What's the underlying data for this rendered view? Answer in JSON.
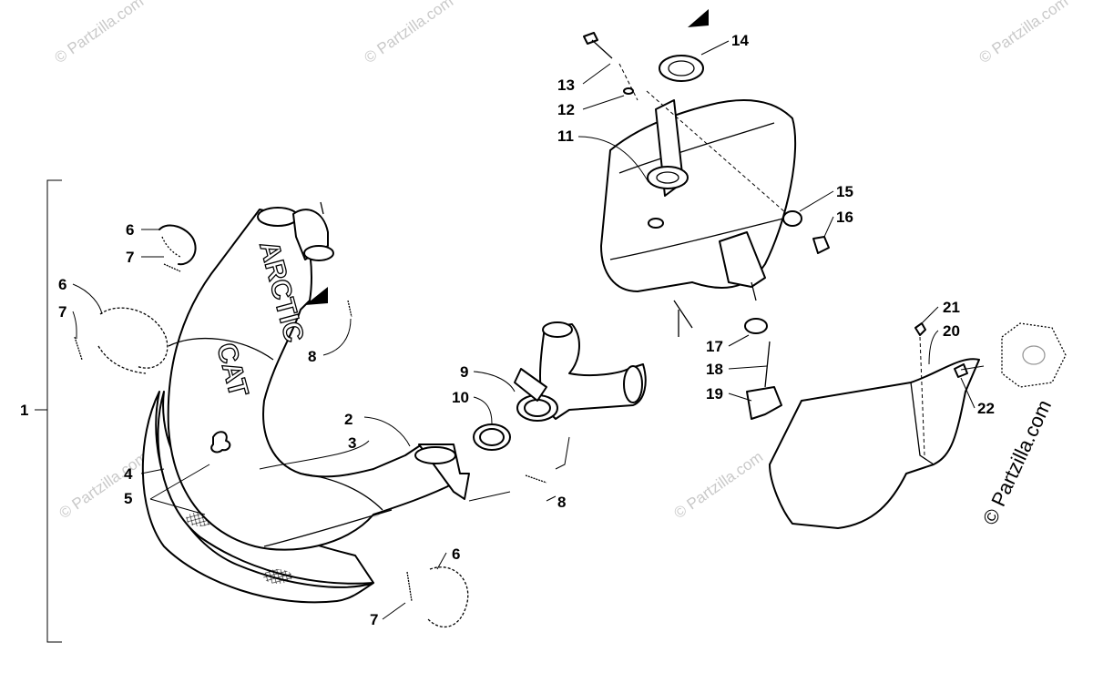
{
  "diagram": {
    "brand_top": "ARCTIC",
    "brand_bottom": "CAT",
    "copyright": "© Partzilla.com",
    "watermark": "© Partzilla.com",
    "callouts": {
      "c1": "1",
      "c2": "2",
      "c3": "3",
      "c4": "4",
      "c5": "5",
      "c6a": "6",
      "c6b": "6",
      "c6c": "6",
      "c7a": "7",
      "c7b": "7",
      "c7c": "7",
      "c8a": "8",
      "c8b": "8",
      "c9": "9",
      "c10": "10",
      "c11": "11",
      "c12": "12",
      "c13": "13",
      "c14": "14",
      "c15": "15",
      "c16": "16",
      "c17": "17",
      "c18": "18",
      "c19": "19",
      "c20": "20",
      "c21": "21",
      "c22": "22"
    }
  }
}
